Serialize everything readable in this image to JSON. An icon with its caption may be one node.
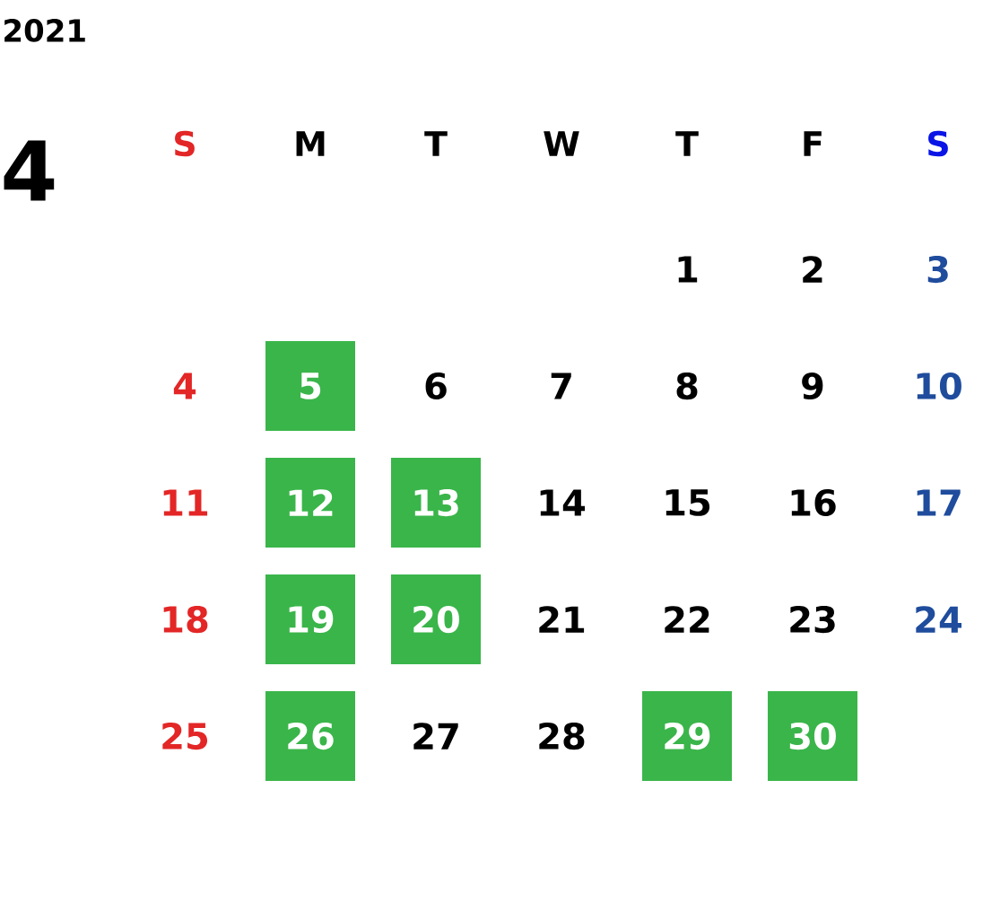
{
  "diagram": {
    "title": "2021",
    "nodes": [
      {
        "text": [
          "5"
        ]
      },
      {
        "text": [
          "12"
        ]
      },
      {
        "text": [
          "13"
        ]
      },
      {
        "text": [
          "19"
        ]
      },
      {
        "text": [
          "20"
        ]
      },
      {
        "text": [
          "26"
        ]
      },
      {
        "text": [
          "29"
        ]
      },
      {
        "text": [
          "30"
        ]
      }
    ],
    "labels": [
      "4",
      "S",
      "M",
      "T",
      "W",
      "T",
      "F",
      "S",
      "1",
      "2",
      "3",
      "4",
      "6",
      "7",
      "8",
      "9",
      "10",
      "11",
      "14",
      "15",
      "16",
      "17",
      "18",
      "21",
      "22",
      "23",
      "24",
      "25",
      "27",
      "28"
    ]
  }
}
